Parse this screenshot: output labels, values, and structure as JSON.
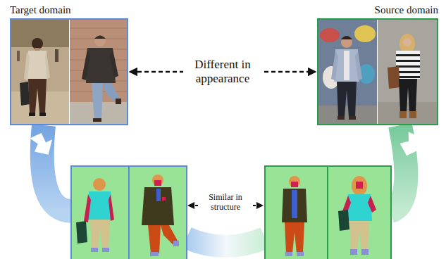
{
  "diagram": {
    "nodes": [
      {
        "text": [
          "Target domain"
        ]
      },
      {
        "text": [
          "Source domain"
        ]
      }
    ],
    "edges": [
      {
        "from": 0,
        "to": 1,
        "arrow": "both",
        "label": "Different in appearance"
      }
    ],
    "labels": [
      "Similar in structure"
    ]
  }
}
